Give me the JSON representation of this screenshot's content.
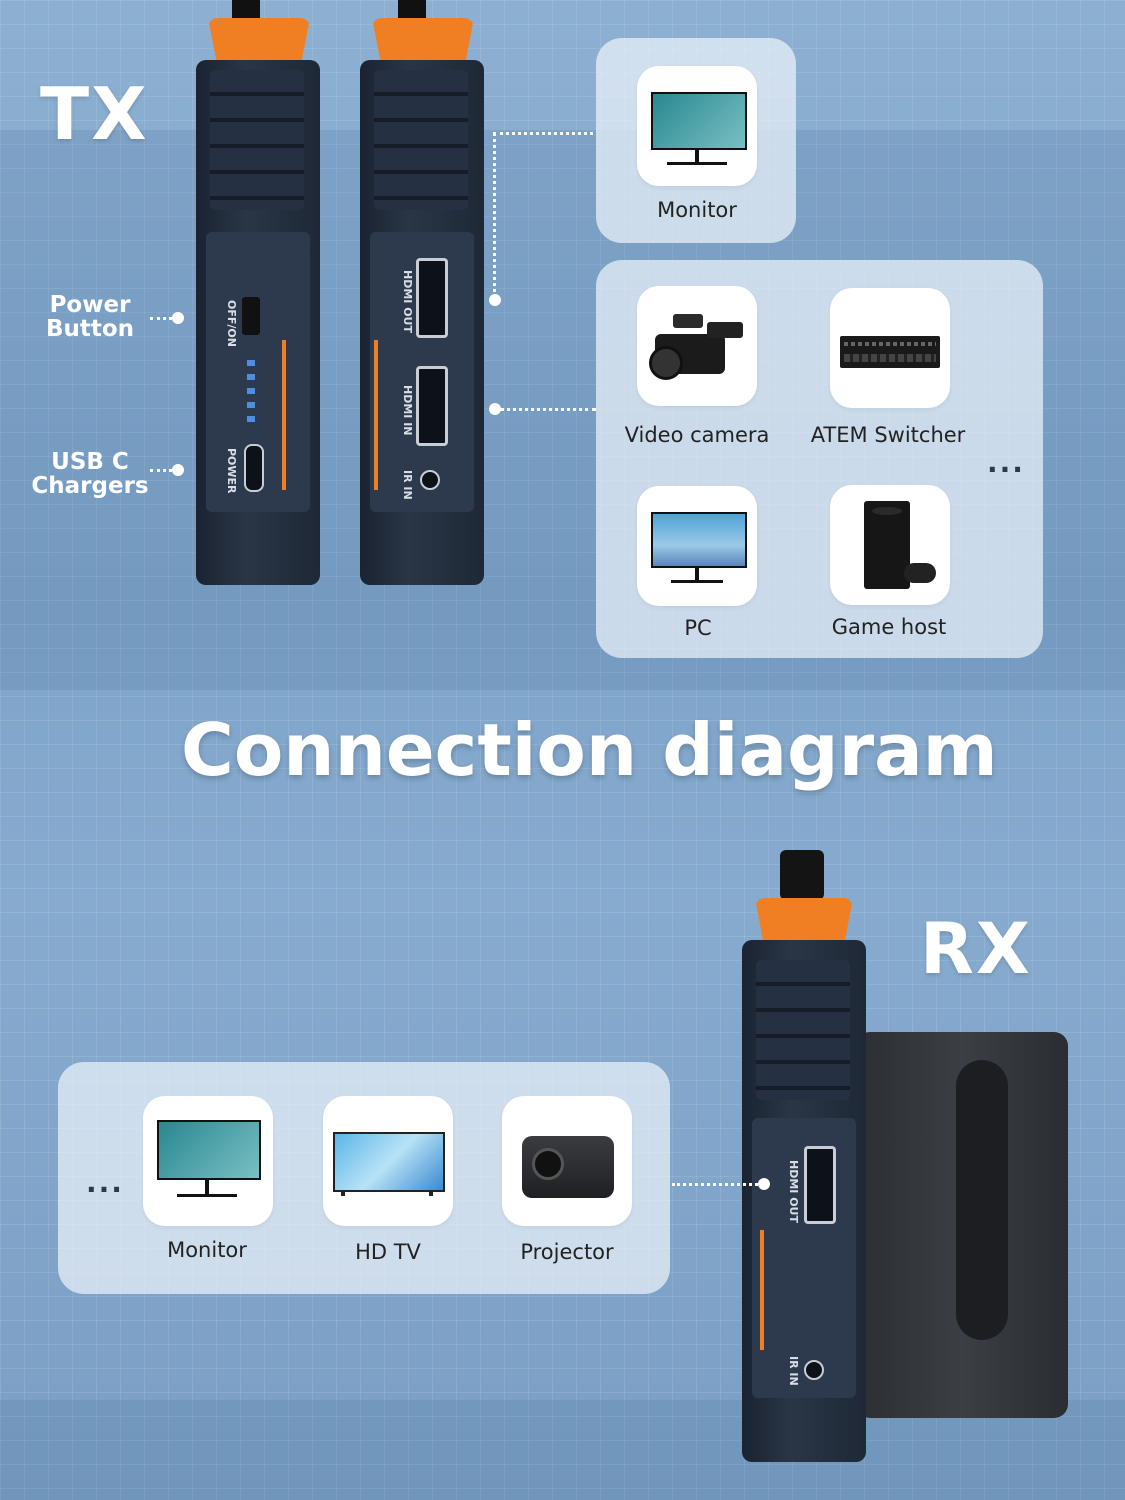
{
  "tx_label": "TX",
  "rx_label": "RX",
  "title": "Connection diagram",
  "tx_callouts": {
    "power_button": "Power\nButton",
    "usb_c": "USB C\nChargers"
  },
  "tx_port_labels": {
    "off_on": "OFF/ON",
    "power": "POWER",
    "hdmi_out": "HDMI OUT",
    "hdmi_in": "HDMI IN",
    "ir_in": "IR IN"
  },
  "rx_port_labels": {
    "hdmi_out": "HDMI OUT",
    "ir_in": "IR IN"
  },
  "tx_output_devices": [
    {
      "name": "Monitor",
      "icon": "monitor-icon"
    }
  ],
  "tx_input_devices": [
    {
      "name": "Video camera",
      "icon": "video-camera-icon"
    },
    {
      "name": "ATEM Switcher",
      "icon": "atem-switcher-icon"
    },
    {
      "name": "PC",
      "icon": "pc-icon"
    },
    {
      "name": "Game host",
      "icon": "game-host-icon"
    }
  ],
  "rx_output_devices": [
    {
      "name": "Monitor",
      "icon": "monitor-icon"
    },
    {
      "name": "HD TV",
      "icon": "hd-tv-icon"
    },
    {
      "name": "Projector",
      "icon": "projector-icon"
    }
  ],
  "more_indicator": "...",
  "colors": {
    "accent_orange": "#f07f24",
    "device_body": "#1e2836",
    "background_blue": "#84a8cc"
  }
}
